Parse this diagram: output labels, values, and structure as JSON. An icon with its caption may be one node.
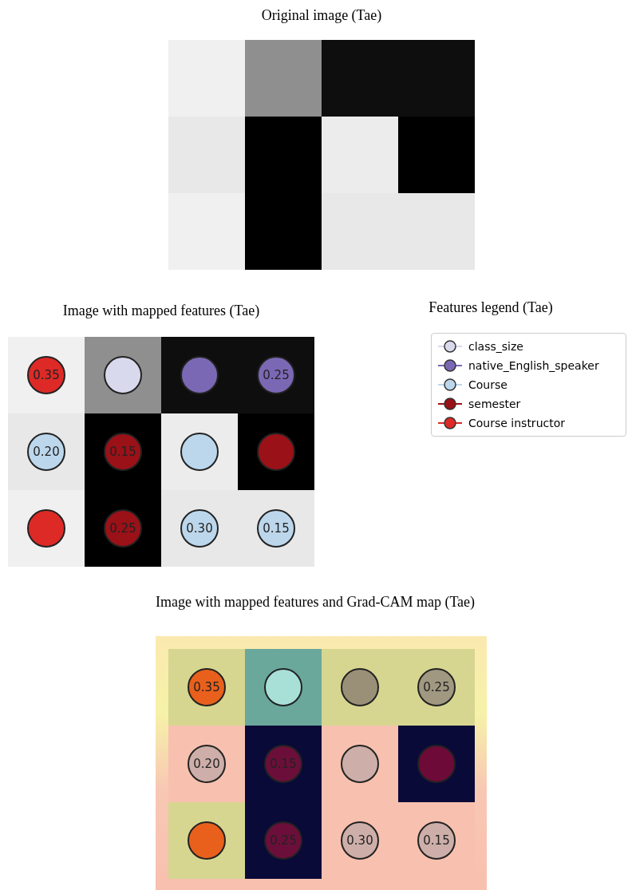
{
  "diagram": {
    "nodes": [
      {
        "text": [
          "0.35"
        ]
      },
      {
        "text": [],
        "shape": "circle"
      },
      {
        "text": [],
        "shape": "circle"
      },
      {
        "text": [
          "0.25"
        ]
      },
      {
        "text": [
          "0.20"
        ]
      },
      {
        "text": [
          "0.15"
        ]
      },
      {
        "text": [],
        "shape": "circle"
      },
      {
        "text": [],
        "shape": "circle"
      },
      {
        "text": [],
        "shape": "circle"
      },
      {
        "text": [
          "0.25"
        ]
      },
      {
        "text": [
          "0.30"
        ]
      },
      {
        "text": [
          "0.15"
        ]
      },
      {
        "text": [
          "0.35"
        ]
      },
      {
        "text": [],
        "shape": "circle"
      },
      {
        "text": [],
        "shape": "circle"
      },
      {
        "text": [
          "0.25"
        ]
      },
      {
        "text": [
          "0.20"
        ]
      },
      {
        "text": [
          "0.15"
        ]
      },
      {
        "text": [],
        "shape": "circle"
      },
      {
        "text": [],
        "shape": "circle"
      },
      {
        "text": [],
        "shape": "circle"
      },
      {
        "text": [
          "0.25"
        ]
      },
      {
        "text": [
          "0.30"
        ]
      },
      {
        "text": [
          "0.15"
        ]
      }
    ],
    "edges": [],
    "labels": [
      "Original image (Tae)",
      "Image with mapped features (Tae)",
      "Features legend (Tae)",
      "Image with mapped features and Grad-CAM map (Tae)"
    ],
    "legend": [
      {
        "text": "class_size"
      },
      {
        "text": "native_English_speaker"
      },
      {
        "text": "Course"
      },
      {
        "text": "semester"
      },
      {
        "text": "Course instructor"
      }
    ]
  }
}
